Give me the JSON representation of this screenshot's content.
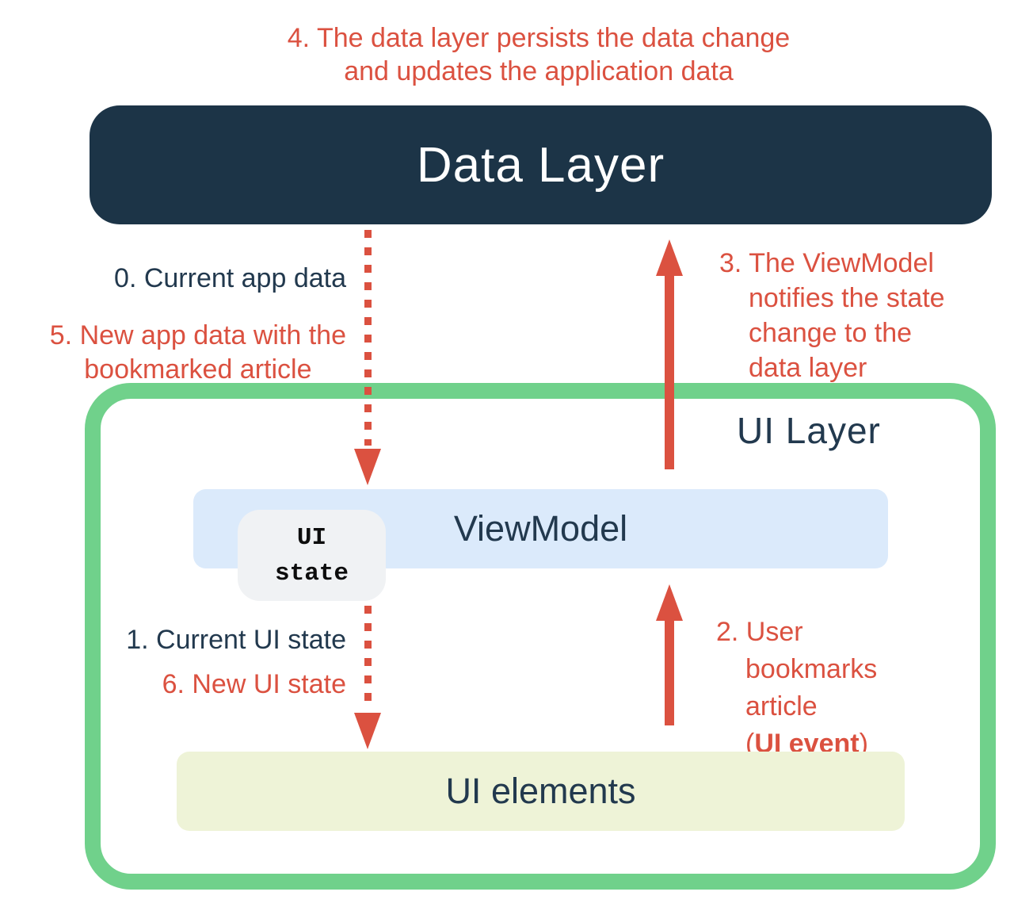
{
  "colors": {
    "navy_box": "#1C3447",
    "navy_text": "#22394E",
    "accent_red": "#DB5140",
    "accent_green": "#70D18B",
    "viewmodel_blue": "#DBEAFB",
    "ui_elements_yellow": "#EEF3D7",
    "chip_gray": "#F0F2F4",
    "white": "#FFFFFF"
  },
  "boxes": {
    "data_layer": {
      "label": "Data Layer"
    },
    "ui_layer": {
      "label": "UI Layer"
    },
    "viewmodel": {
      "label": "ViewModel"
    },
    "ui_state_chip": {
      "lines": [
        "UI",
        "state"
      ]
    },
    "ui_elements": {
      "label": "UI elements"
    }
  },
  "annotations": {
    "step4": {
      "lines": [
        "4. The data layer persists the data change",
        "and updates the application data"
      ]
    },
    "step0": {
      "text": "0. Current app data"
    },
    "step5": {
      "lines": [
        "5. New app data with the",
        "bookmarked article"
      ]
    },
    "step3": {
      "lines": [
        "3. The ViewModel",
        "notifies the state",
        "change to the",
        "data layer"
      ]
    },
    "step1": {
      "text": "1. Current UI state"
    },
    "step6": {
      "text": "6. New UI state"
    },
    "step2": {
      "lines": [
        "2. User",
        "bookmarks",
        "article"
      ],
      "event_open": "(",
      "event_bold": "UI event",
      "event_close": ")"
    }
  }
}
